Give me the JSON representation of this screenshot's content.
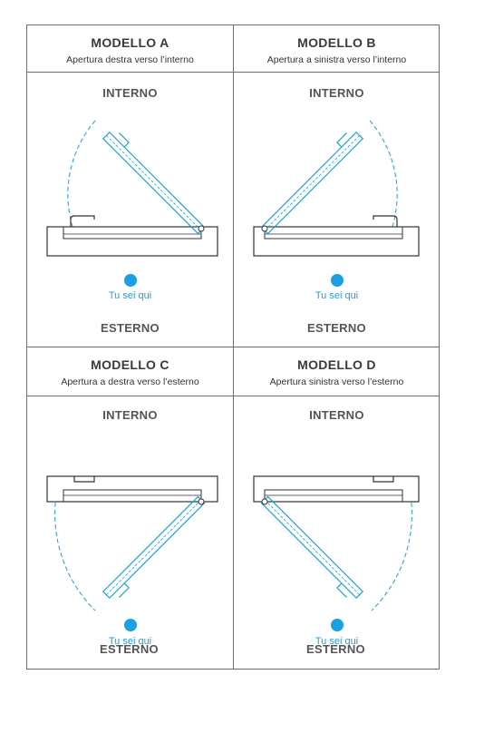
{
  "colors": {
    "accent": "#1aa0e3",
    "line": "#6e6e6e",
    "text": "#3c3c3c"
  },
  "models": [
    {
      "title": "MODELLO A",
      "subtitle": "Apertura destra verso l’interno",
      "top_label": "INTERNO",
      "bottom_label": "ESTERNO",
      "you_are_here": "Tu sei qui"
    },
    {
      "title": "MODELLO B",
      "subtitle": "Apertura a sinistra verso l’interno",
      "top_label": "INTERNO",
      "bottom_label": "ESTERNO",
      "you_are_here": "Tu sei qui"
    },
    {
      "title": "MODELLO C",
      "subtitle": "Apertura a destra verso l’esterno",
      "top_label": "INTERNO",
      "bottom_label": "ESTERNO",
      "you_are_here": "Tu sei qui"
    },
    {
      "title": "MODELLO D",
      "subtitle": "Apertura sinistra verso l’esterno",
      "top_label": "INTERNO",
      "bottom_label": "ESTERNO",
      "you_are_here": "Tu sei qui"
    }
  ]
}
